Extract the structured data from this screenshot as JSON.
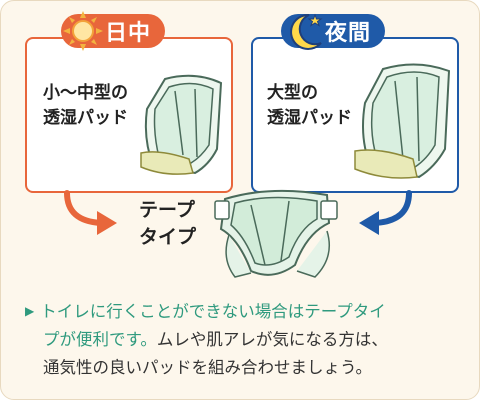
{
  "day": {
    "badge": "日中",
    "icon": "sun-icon",
    "lines": [
      "小～中型の",
      "透湿パッド"
    ],
    "color": "#e8663b"
  },
  "night": {
    "badge": "夜間",
    "icon": "moon-icon",
    "lines": [
      "大型の",
      "透湿パッド"
    ],
    "color": "#1f5aa8"
  },
  "tape": {
    "lines": [
      "テープ",
      "タイプ"
    ]
  },
  "note": {
    "line1_green": "トイレに行くことができない場合はテープタイ",
    "line2_green": "プが便利です。",
    "line2_dark": "ムレや肌アレが気になる方は、",
    "line3_dark": "通気性の良いパッドを組み合わせましょう。",
    "accent": "#2f9a7e"
  }
}
